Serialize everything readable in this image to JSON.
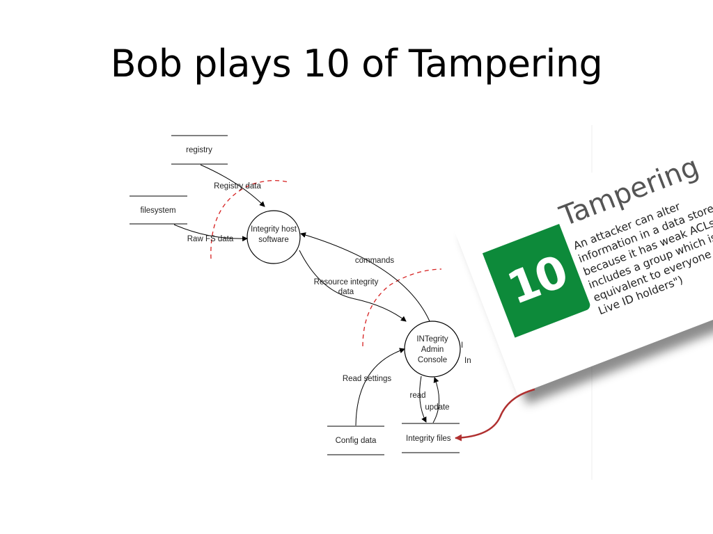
{
  "slide": {
    "title": "Bob plays 10 of Tampering"
  },
  "diagram": {
    "stores": [
      {
        "id": "registry",
        "label": "registry"
      },
      {
        "id": "filesystem",
        "label": "filesystem"
      },
      {
        "id": "config",
        "label": "Config data"
      },
      {
        "id": "integrity_files",
        "label": "Integrity files"
      }
    ],
    "processes": [
      {
        "id": "host",
        "lines": [
          "Integrity host",
          "software"
        ]
      },
      {
        "id": "console",
        "lines": [
          "INTegrity",
          "Admin",
          "Console"
        ]
      }
    ],
    "flows": [
      {
        "id": "registry_data",
        "lines": [
          "Registry data"
        ]
      },
      {
        "id": "raw_fs",
        "lines": [
          "Raw FS data"
        ]
      },
      {
        "id": "commands",
        "lines": [
          "commands"
        ]
      },
      {
        "id": "resource_integrity",
        "lines": [
          "Resource integrity",
          "data"
        ]
      },
      {
        "id": "read_settings",
        "lines": [
          "Read settings"
        ]
      },
      {
        "id": "read",
        "lines": [
          "read"
        ]
      },
      {
        "id": "update",
        "lines": [
          "update"
        ]
      }
    ],
    "partial_labels": [
      "In",
      "I"
    ],
    "colors": {
      "trust_boundary": "#d62020",
      "arrow": "#b03030",
      "line": "#000000"
    }
  },
  "card": {
    "number": "10",
    "title": "Tampering",
    "text": "An attacker can alter information in a data store because it has weak ACLs or includes a group which is equivalent to everyone (\"all Live ID holders\")",
    "badge_color": "#0d8a3a"
  }
}
